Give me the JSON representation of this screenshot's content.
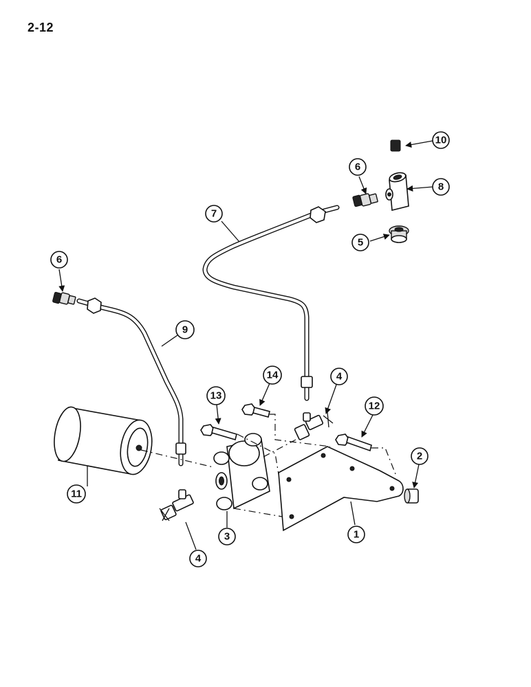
{
  "page_number": "2-12",
  "callouts": [
    "1",
    "2",
    "3",
    "4",
    "4",
    "5",
    "6",
    "6",
    "7",
    "8",
    "9",
    "10",
    "11",
    "12",
    "13",
    "14"
  ]
}
